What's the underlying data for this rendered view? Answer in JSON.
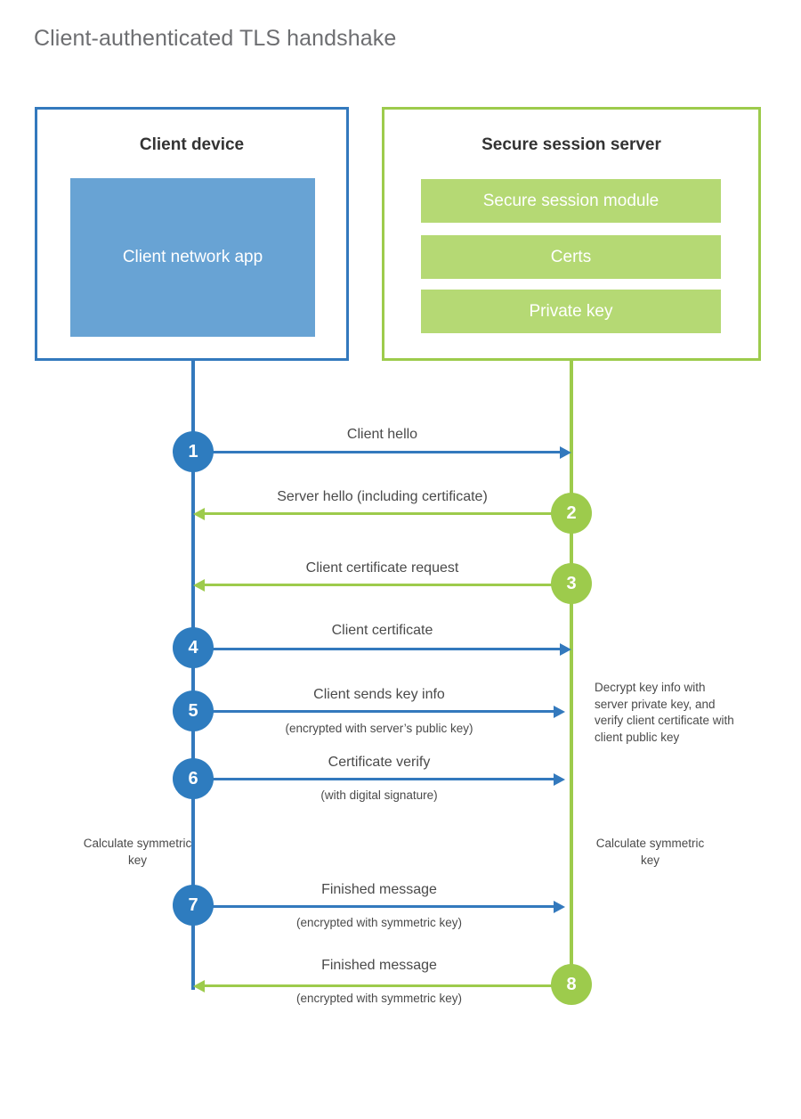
{
  "title": "Client-authenticated TLS handshake",
  "client": {
    "title": "Client device",
    "app_label": "Client network app"
  },
  "server": {
    "title": "Secure session server",
    "components": [
      "Secure session module",
      "Certs",
      "Private key"
    ]
  },
  "steps": [
    {
      "number": "1",
      "label": "Client hello",
      "sublabel": "",
      "direction": "client-to-server",
      "color": "blue"
    },
    {
      "number": "2",
      "label": "Server hello (including certificate)",
      "sublabel": "",
      "direction": "server-to-client",
      "color": "green"
    },
    {
      "number": "3",
      "label": "Client certificate request",
      "sublabel": "",
      "direction": "server-to-client",
      "color": "green"
    },
    {
      "number": "4",
      "label": "Client certificate",
      "sublabel": "",
      "direction": "client-to-server",
      "color": "blue"
    },
    {
      "number": "5",
      "label": "Client sends key info",
      "sublabel": "(encrypted with server’s public key)",
      "direction": "client-to-server",
      "color": "blue"
    },
    {
      "number": "6",
      "label": "Certificate verify",
      "sublabel": "(with digital signature)",
      "direction": "client-to-server",
      "color": "blue"
    },
    {
      "number": "7",
      "label": "Finished message",
      "sublabel": "(encrypted with symmetric key)",
      "direction": "client-to-server",
      "color": "blue"
    },
    {
      "number": "8",
      "label": "Finished message",
      "sublabel": "(encrypted with symmetric key)",
      "direction": "server-to-client",
      "color": "green"
    }
  ],
  "notes": {
    "server_decrypt": "Decrypt key info with server private key, and verify client certificate with client public key",
    "client_calculate": "Calculate symmetric key",
    "server_calculate": "Calculate symmetric key"
  },
  "colors": {
    "client_accent": "#3379bd",
    "client_app_fill": "#68a3d4",
    "server_accent": "#9dcb4c",
    "server_bar_fill": "#b5d974",
    "step_blue": "#2e7cbf",
    "step_green": "#9dcb4c",
    "title_text": "#6d6e71"
  }
}
